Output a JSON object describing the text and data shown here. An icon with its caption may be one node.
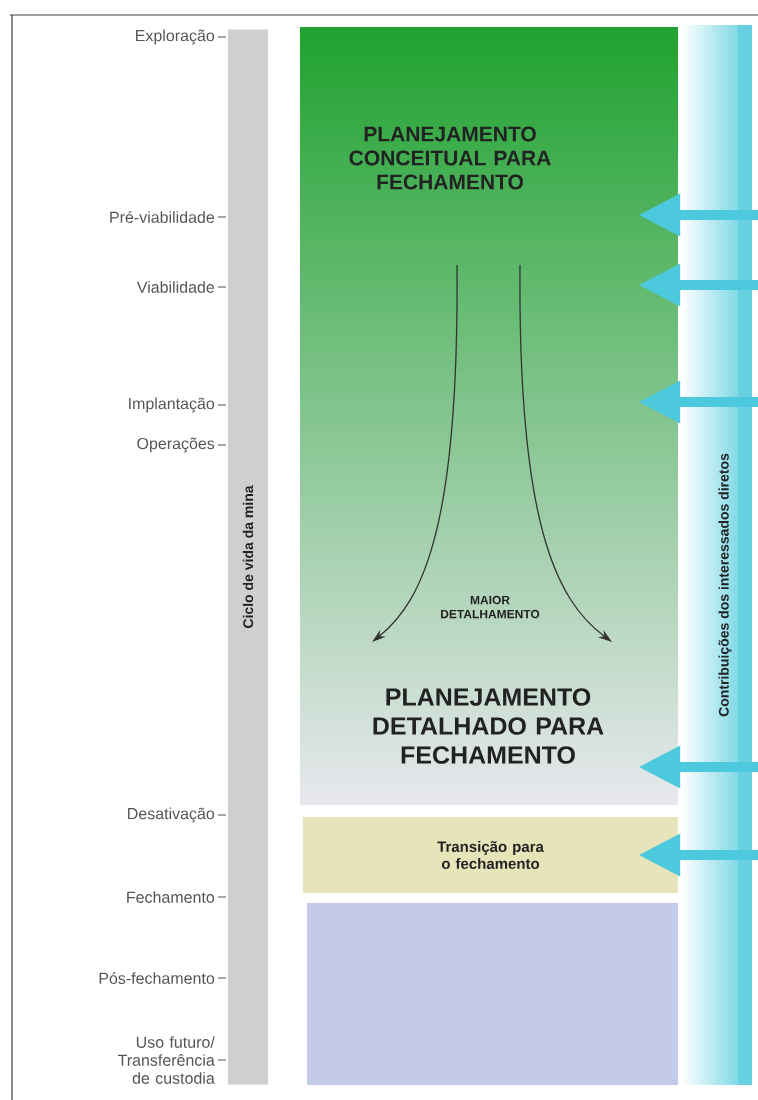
{
  "diagram": {
    "nodes": [
      {
        "text": [
          "PLANEJAMENTO CONCEITUAL PARA FECHAMENTO",
          "PLANEJAMENTO DETALHADO PARA FECHAMENTO"
        ]
      },
      {
        "text": [
          "Transição para o fechamento"
        ]
      },
      {
        "text": [],
        "shape": "box"
      },
      {
        "text": [
          "Contribuições dos interessados diretos"
        ]
      },
      {
        "text": [
          "Ciclo de vida da mina"
        ],
        "beside": [
          "Exploração",
          "Pré-viabilidade",
          "Viabilidade",
          "Implantação",
          "Operações",
          "Desativação",
          "Fechamento",
          "Pós-fechamento",
          "Uso futuro/ Transferência de custodia"
        ]
      }
    ],
    "edges": [
      {
        "from": 3,
        "to": 0,
        "arrow": "to"
      },
      {
        "from": 3,
        "to": 0,
        "arrow": "to"
      },
      {
        "from": 3,
        "to": 0,
        "arrow": "to"
      },
      {
        "from": 3,
        "to": 0,
        "arrow": "to"
      },
      {
        "from": 3,
        "to": 1,
        "arrow": "to"
      }
    ],
    "labels": [
      "MAIOR DETALHAMENTO"
    ]
  }
}
